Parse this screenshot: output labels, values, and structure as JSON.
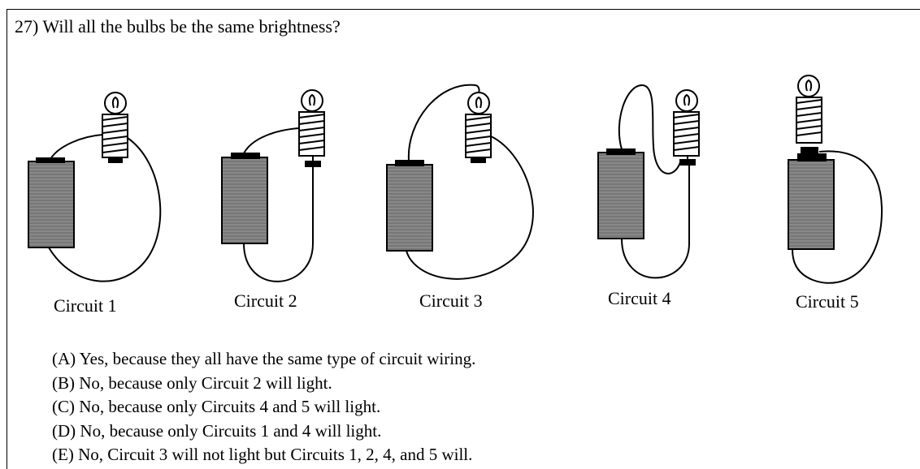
{
  "question": "27) Will all the bulbs be the same brightness?",
  "circuits": [
    {
      "label": "Circuit 1"
    },
    {
      "label": "Circuit 2"
    },
    {
      "label": "Circuit 3"
    },
    {
      "label": "Circuit 4"
    },
    {
      "label": "Circuit 5"
    }
  ],
  "options": [
    "(A)  Yes, because they all have the same type of circuit wiring.",
    "(B)  No, because only Circuit 2 will light.",
    "(C)  No, because only Circuits 4 and 5 will light.",
    "(D)  No, because only Circuits 1 and 4 will light.",
    "(E)  No, Circuit 3 will not light but Circuits 1, 2, 4, and 5 will."
  ],
  "colors": {
    "battery": "#777777",
    "line": "#000000",
    "background": "#ffffff"
  }
}
